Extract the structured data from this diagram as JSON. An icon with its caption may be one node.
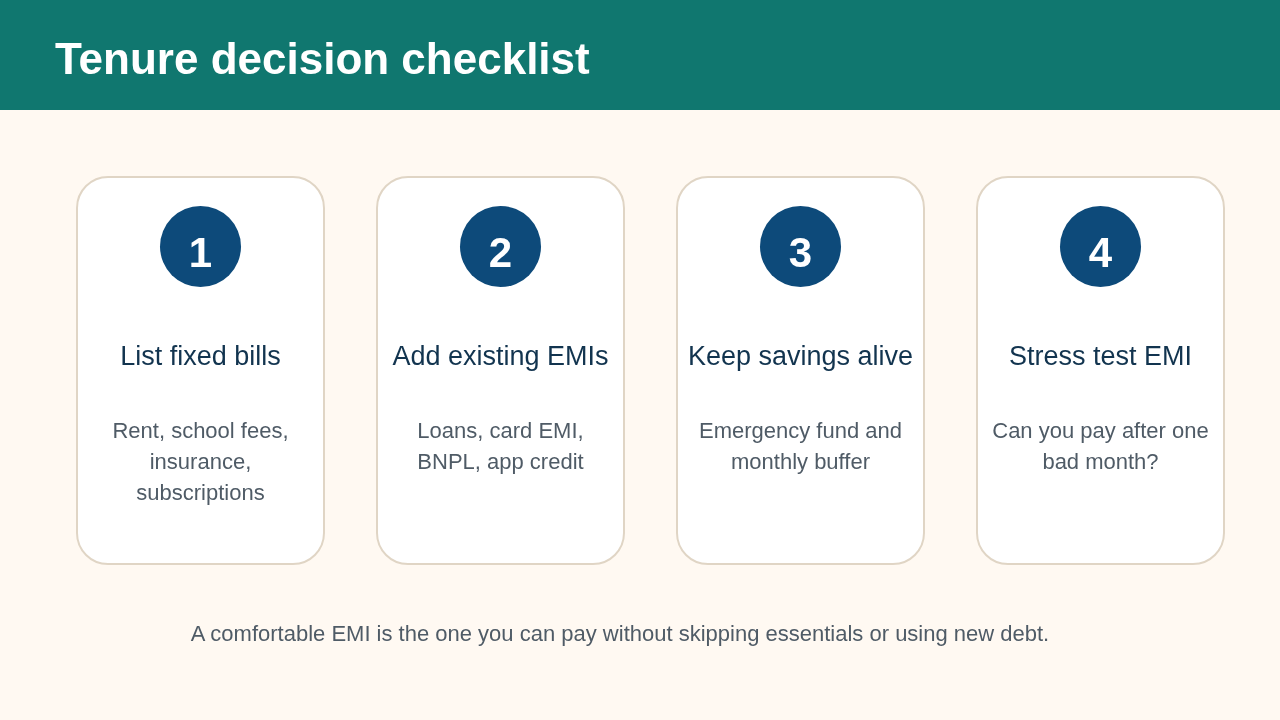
{
  "diagram": {
    "title": "Tenure decision checklist",
    "caption": "A comfortable EMI is the one you can pay without skipping essentials or using new debt.",
    "nodes": [
      {
        "text": [
          "List fixed bills",
          "Rent, school fees, insurance, subscriptions"
        ]
      },
      {
        "text": [
          "1"
        ],
        "in": 0
      },
      {
        "text": [
          "Add existing EMIs",
          "Loans, card EMI, BNPL, app credit"
        ]
      },
      {
        "text": [
          "2"
        ],
        "in": 2
      },
      {
        "text": [
          "Keep savings alive",
          "Emergency fund and monthly buffer"
        ]
      },
      {
        "text": [
          "3"
        ],
        "in": 4
      },
      {
        "text": [
          "Stress test EMI",
          "Can you pay after one bad month?"
        ]
      },
      {
        "text": [
          "4"
        ],
        "in": 6
      }
    ]
  }
}
